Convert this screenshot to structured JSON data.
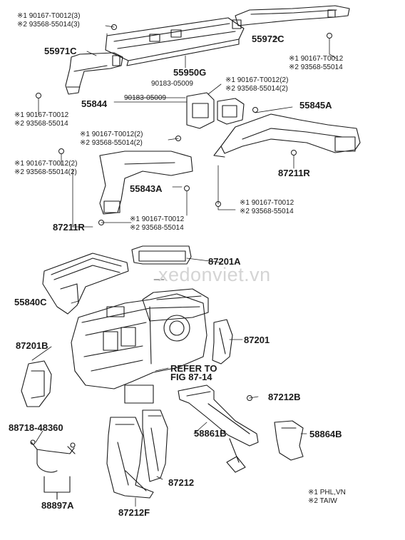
{
  "watermark": "xedonviet.vn",
  "labels": {
    "l_9016_1": "※1 90167-T0012(3)",
    "l_9356_1": "※2 93568-55014(3)",
    "l_55972C": "55972C",
    "l_55971C": "55971C",
    "l_55950G": "55950G",
    "l_9016_2": "※1 90167-T0012",
    "l_9356_2": "※2 93568-55014",
    "l_90183_a": "90183-05009",
    "l_9016_3": "※1 90167-T0012(2)",
    "l_9356_3": "※2 93568-55014(2)",
    "l_55844": "55844",
    "l_90183_b": "90183-05009",
    "l_55845A": "55845A",
    "l_9016_4": "※1 90167-T0012",
    "l_9356_4": "※2 93568-55014",
    "l_9016_5": "※1 90167-T0012(2)",
    "l_9356_5": "※2 93568-55014(2)",
    "l_9016_6": "※1 90167-T0012(2)",
    "l_9356_6": "※2 93568-55014(2)",
    "l_87211R_a": "87211R",
    "l_55843A": "55843A",
    "l_9016_7": "※1 90167-T0012",
    "l_9356_7": "※2 93568-55014",
    "l_9016_8": "※1 90167-T0012",
    "l_9356_8": "※2 93568-55014",
    "l_87211R_b": "87211R",
    "l_87201A": "87201A",
    "l_55840C": "55840C",
    "l_87201": "87201",
    "l_87201B": "87201B",
    "l_refer": "REFER TO",
    "l_fig": "FIG 87-14",
    "l_87212B": "87212B",
    "l_88718": "88718-48360",
    "l_58861B": "58861B",
    "l_58864B": "58864B",
    "l_87212": "87212",
    "l_88897A": "88897A",
    "l_87212F": "87212F",
    "l_note1": "※1 PHL,VN",
    "l_note2": "※2 TAIW"
  },
  "colors": {
    "line": "#1a1a1a",
    "watermark": "#d4d4d4"
  }
}
